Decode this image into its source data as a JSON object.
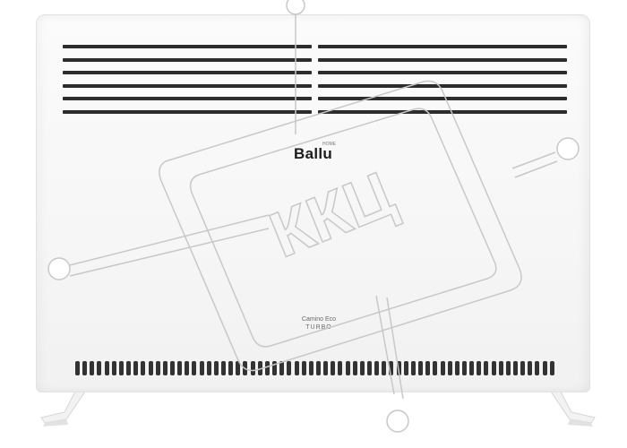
{
  "product": {
    "brand_logo": "Ballu",
    "brand_logo_superscript": "HOME",
    "model_line": "Camino Eco",
    "model_variant": "TURBO"
  },
  "watermark": {
    "text": "ККЦ",
    "color": "#c8c8c8"
  },
  "colors": {
    "background": "#ffffff",
    "body": "#f6f6f6",
    "slats": "#2c2c2c"
  }
}
